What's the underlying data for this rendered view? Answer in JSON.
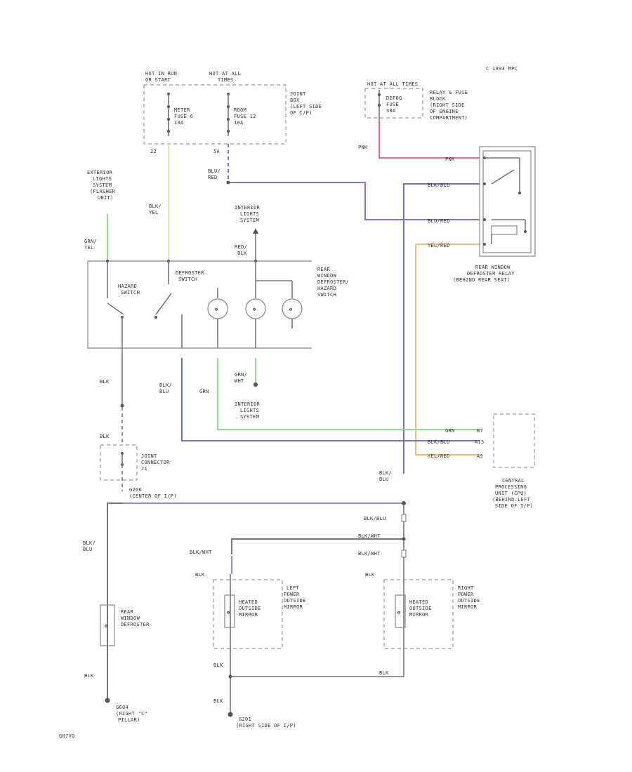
{
  "page": {
    "copyright": "C 1993 MPC",
    "fig_id": "G07VQ"
  },
  "colors": {
    "pink": "#ee6d8a",
    "blue": "#6f73d8",
    "purple": "#8a6fe0",
    "green": "#8be08b",
    "yellow": "#e8e8a0",
    "orange": "#f2c070",
    "wire_gray": "#777777"
  },
  "fuse_panel": {
    "hot_ign_run_1": "HOT IN RUN",
    "hot_ign_run_2": "OR START",
    "hot_all_1": "HOT AT ALL",
    "hot_all_2": "TIMES",
    "fuse_a_1": "METER",
    "fuse_a_2": "FUSE 6",
    "fuse_a_3": "10A",
    "fuse_b_1": "ROOM",
    "fuse_b_2": "FUSE 12",
    "fuse_b_3": "10A",
    "desc_1": "JOINT",
    "desc_2": "BOX",
    "desc_3": "(LEFT SIDE",
    "desc_4": "OF I/P)",
    "pin_a": "22",
    "pin_b": "5A"
  },
  "relay_fuse_block": {
    "hot_1": "HOT AT ALL TIMES",
    "fuse_1": "DEFOG",
    "fuse_2": "FUSE",
    "fuse_3": "30A",
    "desc_1": "RELAY & FUSE",
    "desc_2": "BLOCK",
    "desc_3": "(RIGHT SIDE",
    "desc_4": "OF ENGINE",
    "desc_5": "COMPARTMENT)"
  },
  "wires": {
    "pnk": "PNK",
    "blu_red_1": "BLU/",
    "blu_red_2": "RED",
    "blk_yel_1": "BLK/",
    "blk_yel_2": "YEL",
    "grn_yel_1": "GRN/",
    "grn_yel_2": "YEL",
    "red_blk_1": "RED/",
    "red_blk_2": "BLK",
    "relay_pnk": "PNK",
    "relay_blkblu": "BLK/BLU",
    "relay_blkred": "BLU/RED",
    "relay_yelred": "YEL/RED",
    "blk_1": "BLK",
    "blk_blu_1": "BLK/",
    "blk_blu_2": "BLU",
    "grn": "GRN",
    "grn_wht_1": "GRN/",
    "grn_wht_2": "WHT",
    "cpu_grn": "GRN",
    "cpu_blk_blu": "BLK/BLU",
    "cpu_yel_red": "YEL/RED",
    "blk_2": "BLK",
    "blk_blu_3": "BLK/",
    "blk_blu_4": "BLU",
    "blk_blu_5": "BLK/",
    "blk_blu_6": "BLU",
    "blk_blu_7": "BLK/BLU",
    "blk_wht_1": "BLK/WHT",
    "blk_wht_2": "BLK/WHT",
    "blk_wht_3": "BLK/WHT",
    "blk_3": "BLK",
    "blk_4": "BLK",
    "blk_5": "BLK",
    "blk_6": "BLK",
    "blk_7": "BLK",
    "blk_8": "BLK"
  },
  "pins": {
    "cpu_1": "B7",
    "cpu_2": "A15",
    "cpu_3": "A9"
  },
  "components": {
    "ext_lights_flasher_1": "EXTERIOR",
    "ext_lights_flasher_2": "LIGHTS",
    "ext_lights_flasher_3": "SYSTEM",
    "ext_lights_flasher_4": "(FLASHER",
    "ext_lights_flasher_5": "UNIT)",
    "ext_lights_top_1": "INTERIOR",
    "ext_lights_top_2": "LIGHTS",
    "ext_lights_top_3": "SYSTEM",
    "switch_title_1": "REAR",
    "switch_title_2": "WINDOW",
    "switch_title_3": "DEFROSTER/",
    "switch_title_4": "HAZARD",
    "switch_title_5": "SWITCH",
    "hazard_1": "HAZARD",
    "hazard_2": "SWITCH",
    "defroster_1": "DEFROSTER",
    "defroster_2": "SWITCH",
    "ext_lights_mid_1": "INTERIOR",
    "ext_lights_mid_2": "LIGHTS",
    "ext_lights_mid_3": "SYSTEM",
    "relay_1": "REAR WINDOW",
    "relay_2": "DEFROSTER RELAY",
    "relay_3": "(BEHIND REAR SEAT)",
    "cpu_1": "CENTRAL",
    "cpu_2": "PROCESSING",
    "cpu_3": "UNIT (CPU)",
    "cpu_4": "(BEHIND LEFT",
    "cpu_5": "SIDE OF I/P)",
    "joint_1": "JOINT",
    "joint_2": "CONNECTOR",
    "joint_3": "J1",
    "ground_g206_1": "G206",
    "ground_g206_2": "(CENTER OF I/P)",
    "rear_defroster_1": "REAR",
    "rear_defroster_2": "WINDOW",
    "rear_defroster_3": "DEFROSTER",
    "left_mirror_1": "LEFT",
    "left_mirror_2": "POWER",
    "left_mirror_3": "OUTSIDE",
    "left_mirror_4": "MIRROR",
    "left_heated_1": "HEATED",
    "left_heated_2": "OUTSIDE",
    "left_heated_3": "MIRROR",
    "right_mirror_1": "RIGHT",
    "right_mirror_2": "POWER",
    "right_mirror_3": "OUTSIDE",
    "right_mirror_4": "MIRROR",
    "right_heated_1": "HEATED",
    "right_heated_2": "OUTSIDE",
    "right_heated_3": "MIRROR",
    "g604_1": "G604",
    "g604_2": "(RIGHT \"C\"",
    "g604_3": "PILLAR)",
    "g201_1": "G201",
    "g201_2": "(RIGHT SIDE OF I/P)"
  }
}
